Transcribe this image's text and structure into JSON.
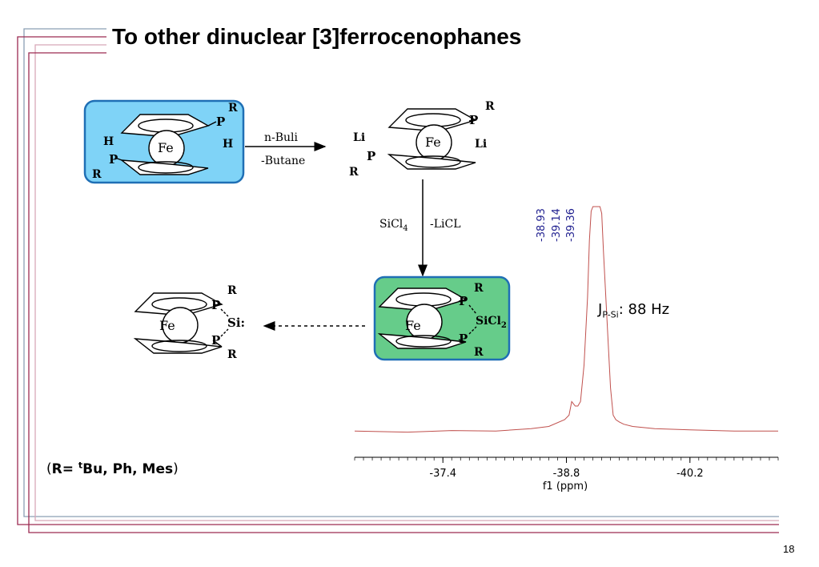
{
  "slide": {
    "title": "To other dinuclear [3]ferrocenophanes",
    "page_number": "18",
    "r_legend": {
      "open": "(",
      "prefix": "R= ",
      "tbu_sup": "t",
      "rest": "Bu, Ph, Mes",
      "close": ")"
    },
    "coupling": {
      "j": "J",
      "sub": "P-Si",
      "value": ": 88 Hz"
    },
    "colors": {
      "start_box": "#7fd3f7",
      "product_box": "#66cc8a",
      "box_border": "#1f6fb5",
      "spectrum": "#c0504d",
      "peak_labels": "#1f1f8f"
    }
  },
  "scheme": {
    "fe": "Fe",
    "p": "P",
    "h": "H",
    "r": "R",
    "li": "Li",
    "si_carbene": "Si:",
    "sicl2": "SiCl",
    "sicl2_sub": "2",
    "arrow1_top": "n-Buli",
    "arrow1_bottom": "-Butane",
    "arrow2_left": "SiCl",
    "arrow2_left_sub": "4",
    "arrow2_right": "-LiCL"
  },
  "chart_data": {
    "type": "line",
    "title": "",
    "xlabel": "f1 (ppm)",
    "ylabel": "",
    "x_reversed": true,
    "xlim": [
      -36.4,
      -41.2
    ],
    "tick_labels": [
      "-37.4",
      "-38.8",
      "-40.2"
    ],
    "tick_values": [
      -37.4,
      -38.8,
      -40.2
    ],
    "peak_labels": [
      "-38.93",
      "-39.14",
      "-39.36"
    ],
    "series": [
      {
        "x": [
          -36.4,
          -37.0,
          -37.5,
          -38.0,
          -38.4,
          -38.6,
          -38.78,
          -38.83,
          -38.86,
          -38.9,
          -38.93,
          -38.96,
          -39.0,
          -39.04,
          -39.06,
          -39.08,
          -39.1,
          -39.12,
          -39.14,
          -39.16,
          -39.18,
          -39.2,
          -39.22,
          -39.26,
          -39.3,
          -39.33,
          -39.36,
          -39.4,
          -39.45,
          -39.55,
          -39.8,
          -40.2,
          -40.7,
          -41.2
        ],
        "y": [
          0.01,
          0.005,
          0.012,
          0.01,
          0.02,
          0.03,
          0.06,
          0.08,
          0.14,
          0.12,
          0.12,
          0.14,
          0.3,
          0.6,
          0.85,
          0.98,
          1.0,
          1.0,
          1.0,
          1.0,
          1.0,
          0.97,
          0.8,
          0.5,
          0.2,
          0.08,
          0.06,
          0.05,
          0.04,
          0.03,
          0.02,
          0.015,
          0.01,
          0.01
        ]
      }
    ]
  }
}
